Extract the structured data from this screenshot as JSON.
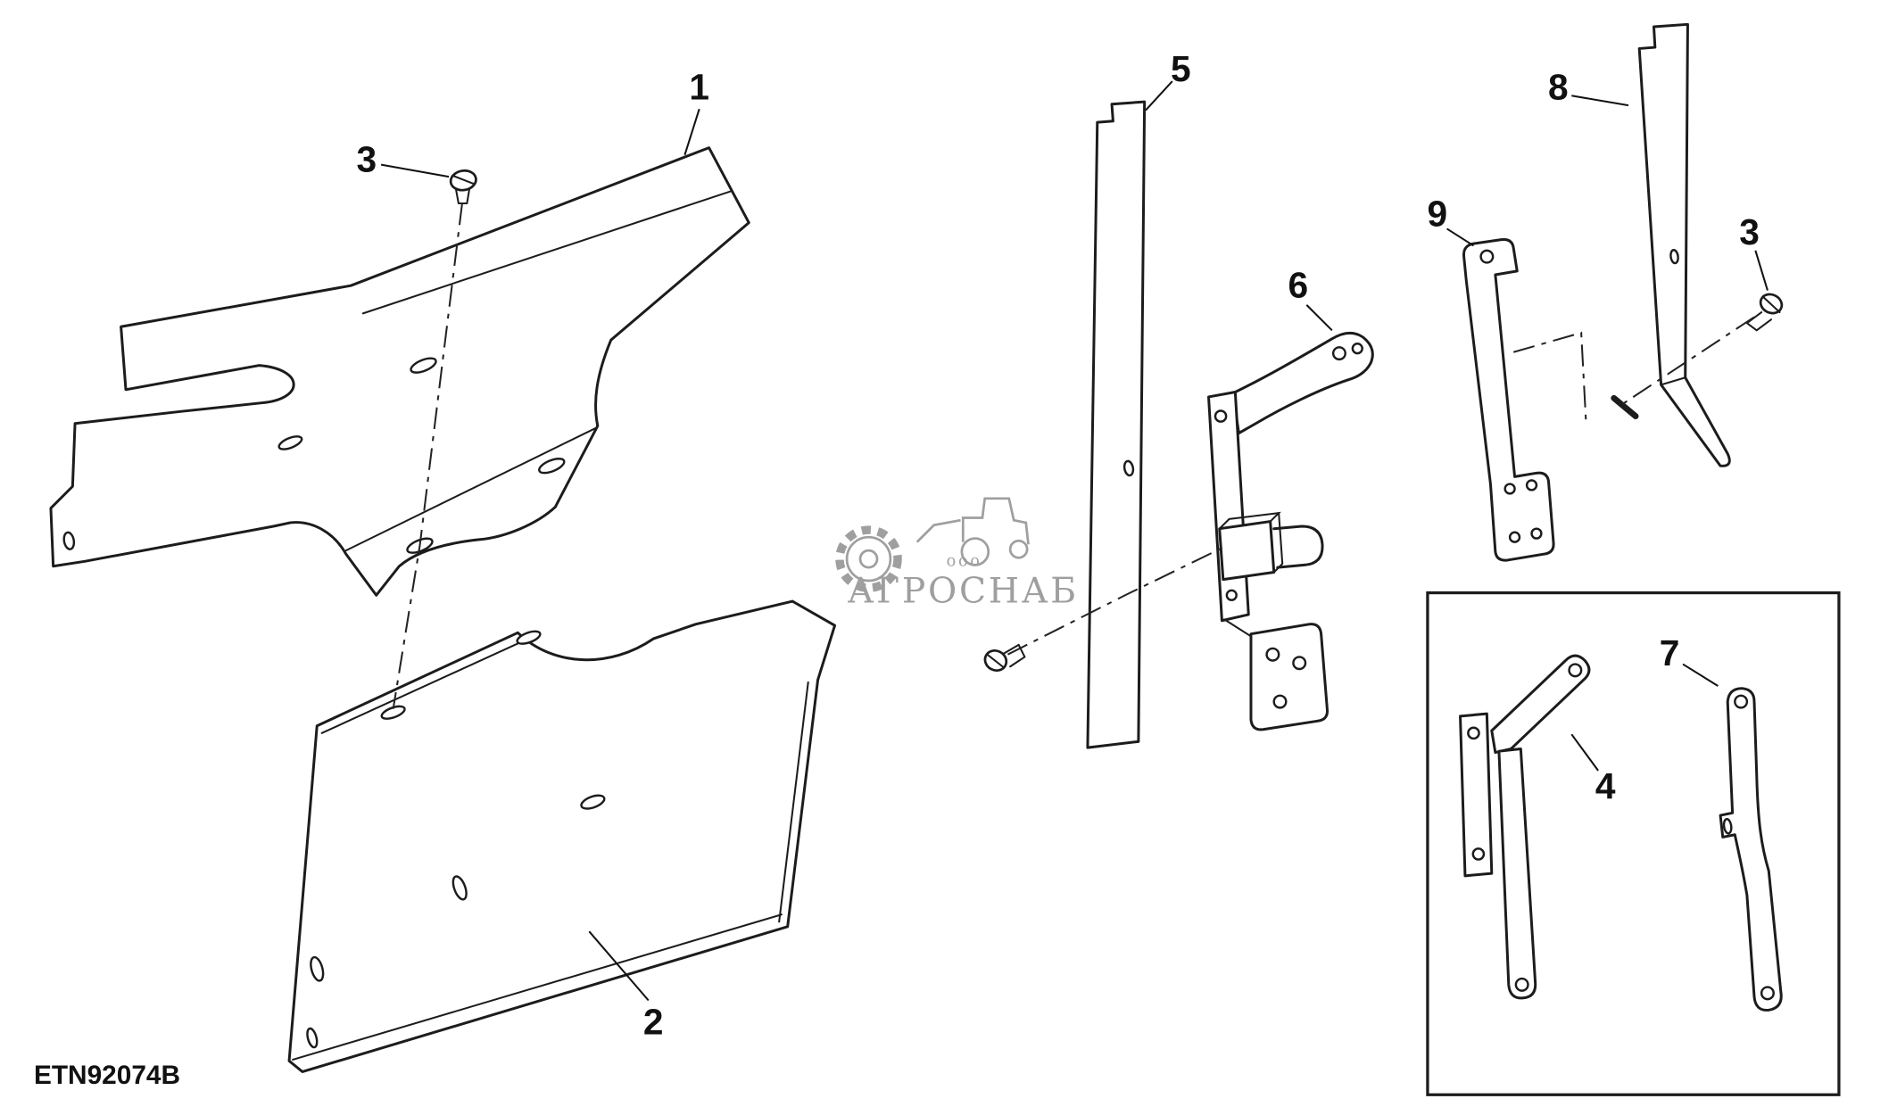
{
  "diagram": {
    "code": "ETN92074B",
    "watermark": {
      "prefix": "ооо",
      "company": "АГРОСНАБ"
    },
    "callouts": {
      "part1": "1",
      "part2": "2",
      "part3_top": "3",
      "part3_right": "3",
      "part4": "4",
      "part5": "5",
      "part6": "6",
      "part7": "7",
      "part8": "8",
      "part9": "9"
    },
    "colors": {
      "line": "#1c1c1c",
      "watermark": "#9f9f9f",
      "background": "#ffffff"
    }
  }
}
